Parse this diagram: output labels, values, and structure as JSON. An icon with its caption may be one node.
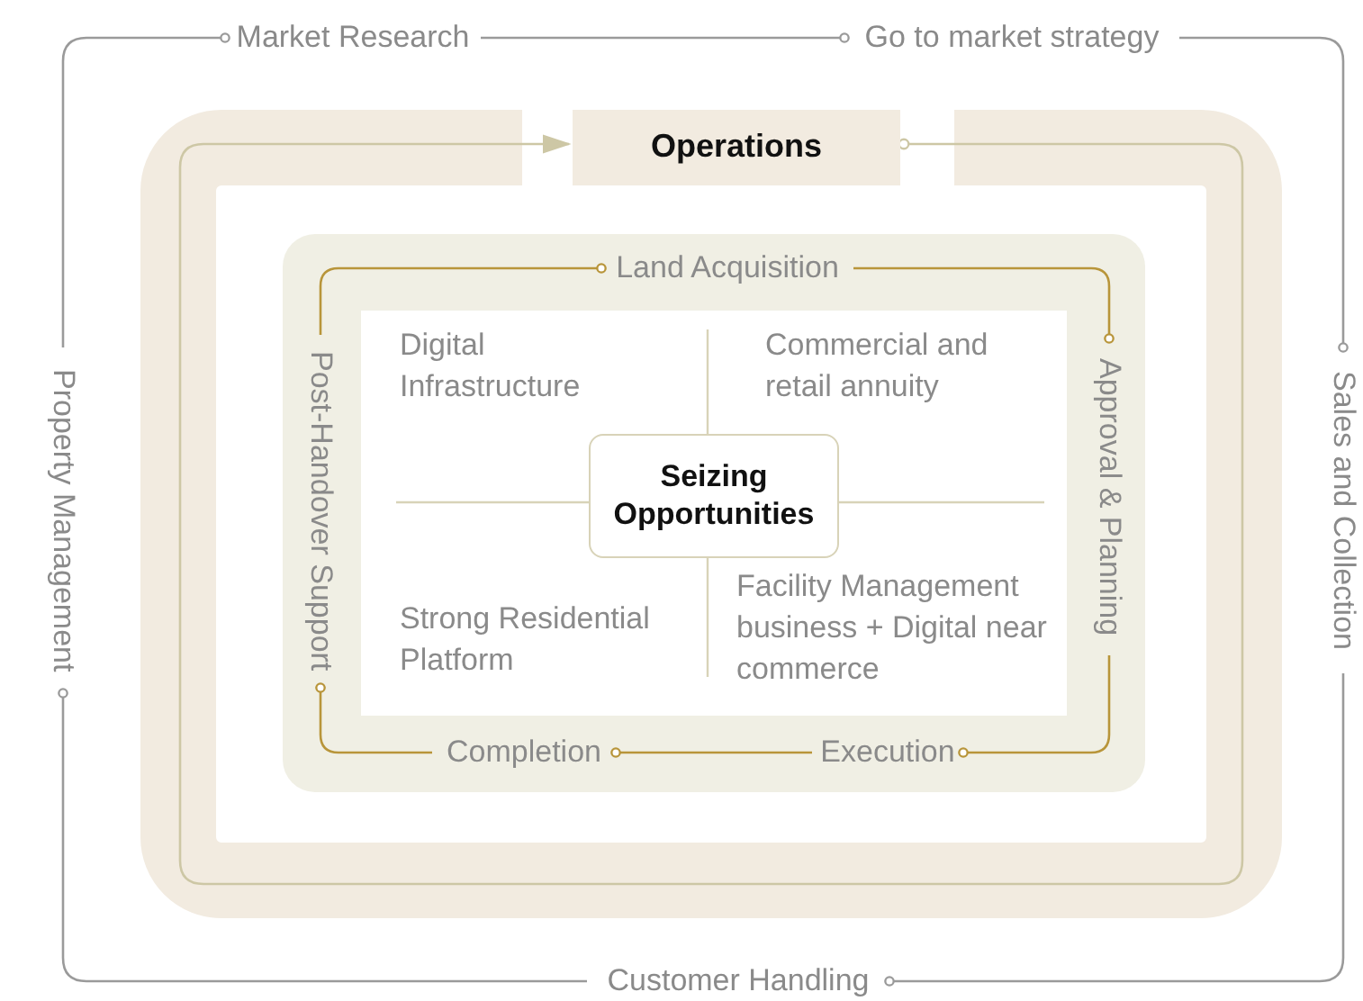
{
  "diagram": {
    "nodes": [
      {
        "text": [
          "Market Research"
        ]
      },
      {
        "text": [
          "Go to market strategy"
        ]
      },
      {
        "text": [
          "Sales and Collection"
        ]
      },
      {
        "text": [
          "Customer Handling"
        ]
      },
      {
        "text": [
          "Property Management"
        ]
      },
      {
        "text": [
          "Operations"
        ]
      },
      {
        "text": [
          "Land Acquisition"
        ]
      },
      {
        "text": [
          "Approval & Planning"
        ]
      },
      {
        "text": [
          "Execution"
        ]
      },
      {
        "text": [
          "Completion"
        ]
      },
      {
        "text": [
          "Post-Handover Support"
        ]
      },
      {
        "text": [
          "Seizing Opportunities"
        ]
      }
    ],
    "edges": [
      {
        "from": 0,
        "to": 1,
        "arrow": "other"
      },
      {
        "from": 1,
        "to": 2,
        "arrow": "other"
      },
      {
        "from": 2,
        "to": 3,
        "arrow": "other"
      },
      {
        "from": 3,
        "to": 4,
        "arrow": "other"
      },
      {
        "from": 4,
        "to": 0,
        "arrow": "other"
      },
      {
        "from": 5,
        "to": 5,
        "arrow": "to",
        "color": "#cdc7a5"
      },
      {
        "from": 6,
        "to": 7,
        "arrow": "other",
        "color": "#b8953a"
      },
      {
        "from": 7,
        "to": 8,
        "arrow": "other",
        "color": "#b8953a"
      },
      {
        "from": 8,
        "to": 9,
        "arrow": "other",
        "color": "#b8953a"
      },
      {
        "from": 9,
        "to": 10,
        "arrow": "other",
        "color": "#b8953a"
      },
      {
        "from": 10,
        "to": 6,
        "arrow": "other",
        "color": "#b8953a"
      }
    ],
    "labels": [
      "Digital Infrastructure",
      "Commercial and retail annuity",
      "Strong Residential Platform",
      "Facility Management business + Digital near commerce"
    ]
  }
}
